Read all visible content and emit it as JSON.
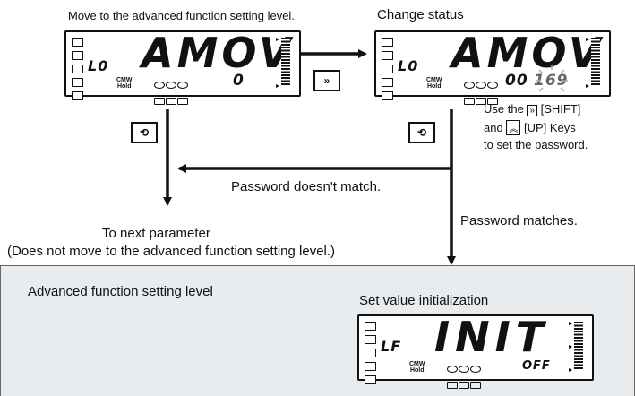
{
  "labels": {
    "move_to_level": "Move to the advanced function setting level.",
    "change_status": "Change status",
    "use_keys_line1": "Use the",
    "shift_key": "[SHIFT]",
    "use_keys_line2_and": "and",
    "up_key": "[UP] Keys",
    "use_keys_line3": "to set the password.",
    "password_no_match": "Password doesn't match.",
    "to_next_parameter": "To next parameter",
    "does_not_move": "(Does not move to the advanced function setting level.)",
    "password_matches": "Password matches.",
    "advanced_level": "Advanced function setting level",
    "set_value_init": "Set value initialization"
  },
  "display1": {
    "ch": "L0",
    "main": "AMOV",
    "sub": "0",
    "unit1": "CMW",
    "unit2": "Hold"
  },
  "display2": {
    "ch": "L0",
    "main": "AMOV",
    "sub_static": "00",
    "sub_blink": "169",
    "unit1": "CMW",
    "unit2": "Hold"
  },
  "display3": {
    "ch": "LF",
    "main": "INIT",
    "sub": "OFF",
    "unit1": "CMW",
    "unit2": "Hold"
  },
  "icons": {
    "shift": "shift-key-icon",
    "mode": "mode-key-icon",
    "up": "up-key-icon"
  },
  "colors": {
    "level_background": "#e8ecef",
    "line": "#111111"
  }
}
